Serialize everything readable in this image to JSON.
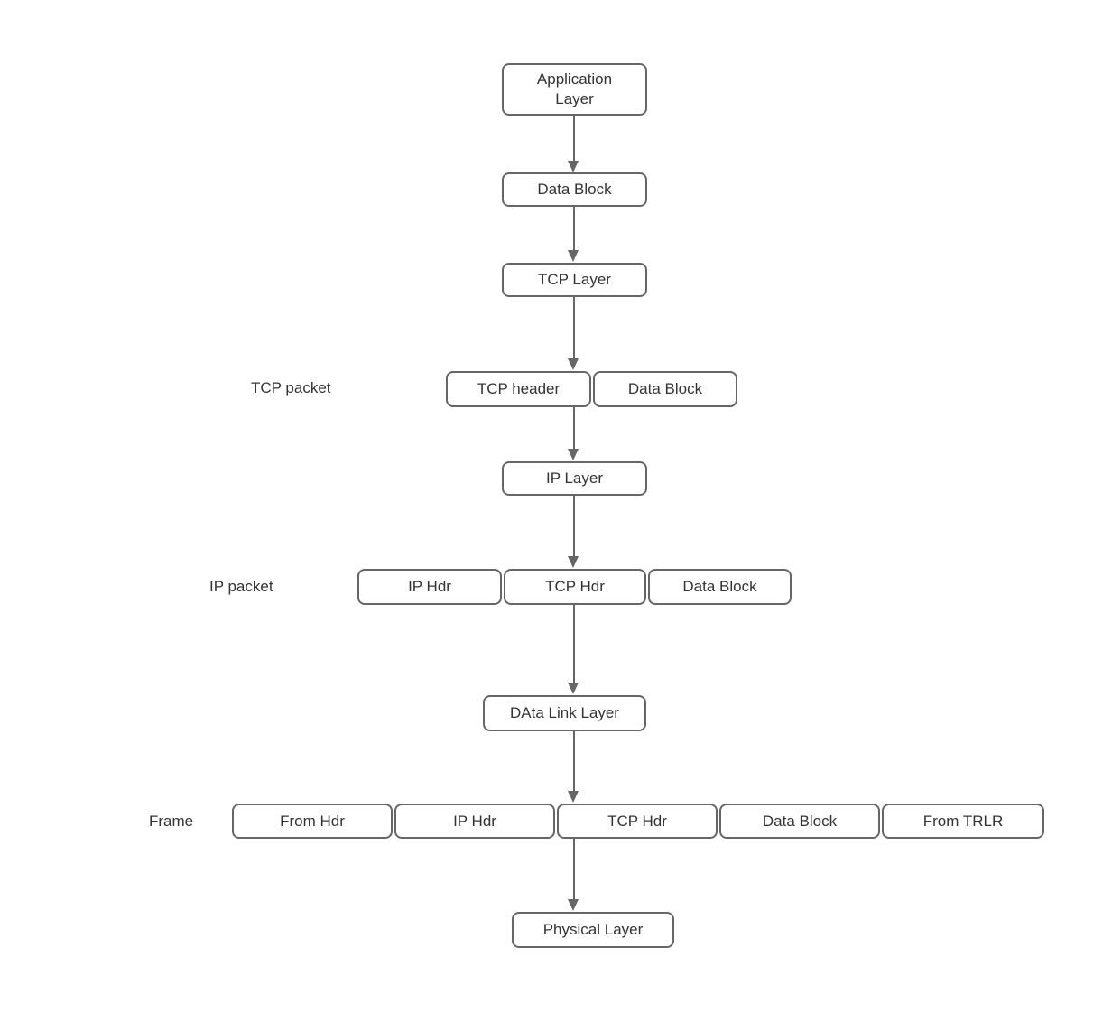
{
  "diagram": {
    "colors": {
      "stroke": "#666666",
      "text": "#333333",
      "background": "#ffffff"
    },
    "nodes": {
      "application_layer": "Application Layer",
      "data_block": "Data Block",
      "tcp_layer": "TCP Layer",
      "ip_layer": "IP Layer",
      "data_link_layer": "DAta Link Layer",
      "physical_layer": "Physical Layer"
    },
    "tcp_packet": {
      "label": "TCP packet",
      "boxes": [
        "TCP header",
        "Data Block"
      ]
    },
    "ip_packet": {
      "label": "IP packet",
      "boxes": [
        "IP Hdr",
        "TCP Hdr",
        "Data Block"
      ]
    },
    "frame": {
      "label": "Frame",
      "boxes": [
        "From Hdr",
        "IP Hdr",
        "TCP Hdr",
        "Data Block",
        "From TRLR"
      ]
    }
  }
}
